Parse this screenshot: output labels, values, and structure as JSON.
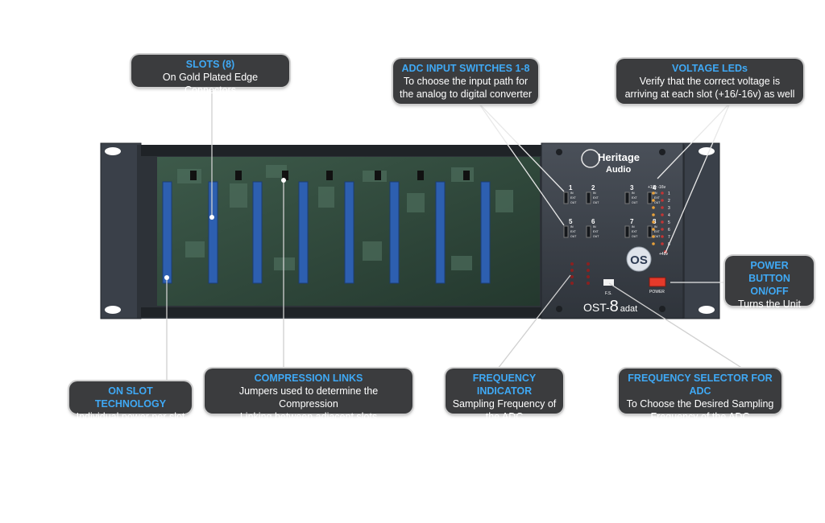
{
  "colors": {
    "accent": "#3fa9f5",
    "callout_bg": "#3b3c3e",
    "rack": "#3a3f48",
    "pcb": "#2f4a3c",
    "slot": "#2d5fb0"
  },
  "callouts": {
    "slots": {
      "title": "SLOTS (8)",
      "desc": [
        "On Gold Plated Edge Connectors"
      ]
    },
    "adc": {
      "title": "ADC INPUT SWITCHES 1-8",
      "desc": [
        "To choose the input path for",
        "the analog to digital converter"
      ]
    },
    "voltage": {
      "title": "VOLTAGE LEDs",
      "desc": [
        "Verify that the correct voltage is",
        "arriving at each slot (+16/-16v) as well"
      ]
    },
    "power": {
      "title": "POWER BUTTON ON/OFF",
      "desc": [
        "Turns the Unit On"
      ]
    },
    "onslot": {
      "title": "ON SLOT TECHNOLOGY",
      "desc": [
        "Individual power per slot"
      ]
    },
    "compression": {
      "title": "COMPRESSION LINKS",
      "desc": [
        "Jumpers used to determine the Compression",
        "Linking between adjacent slots"
      ]
    },
    "freq_ind": {
      "title": "FREQUENCY INDICATOR",
      "desc": [
        "Sampling Frequency of",
        "the ADC"
      ]
    },
    "freq_sel": {
      "title": "FREQUENCY SELECTOR FOR ADC",
      "desc": [
        "To Choose the Desired Sampling",
        "Frequency of the ADC"
      ]
    }
  },
  "device": {
    "brand_line1": "Heritage",
    "brand_line2": "Audio",
    "model": "OST-",
    "model_num": "8",
    "model_suffix": "adat",
    "switch_numbers": [
      "1",
      "2",
      "3",
      "4",
      "5",
      "6",
      "7",
      "8"
    ],
    "switch_in": "IN",
    "switch_ext": "EXT",
    "switch_out": "OUT",
    "voltage_header": "+16v  -16v",
    "voltage_rows": [
      "1",
      "2",
      "3",
      "4",
      "5",
      "6",
      "7",
      "8"
    ],
    "voltage_48": "+48v",
    "fs_label": "F.S.",
    "power_label": "POWER",
    "os_logo": "OS"
  }
}
